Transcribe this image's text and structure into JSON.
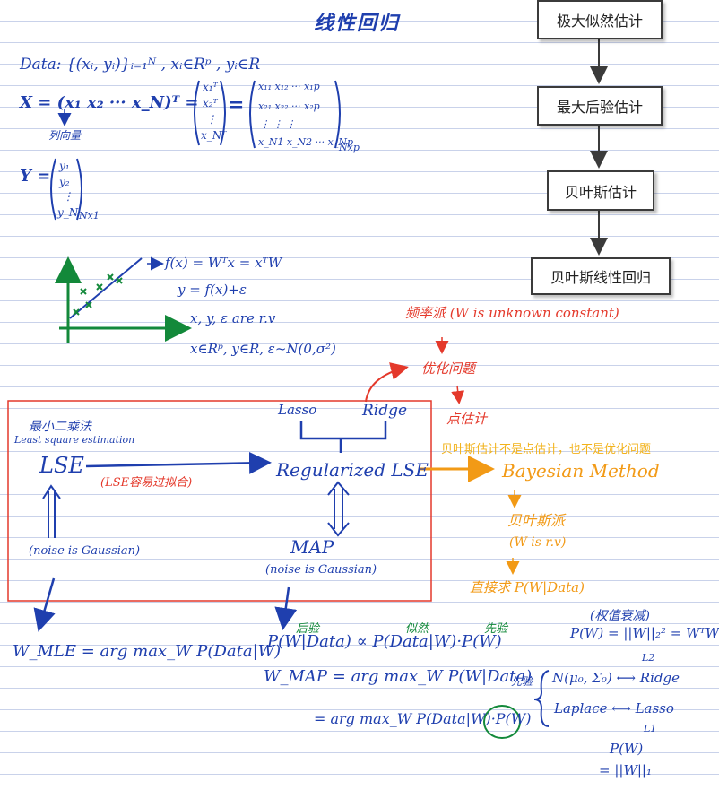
{
  "title": "线性回归",
  "flowchart": {
    "boxes": [
      "极大似然估计",
      "最大后验估计",
      "贝叶斯估计",
      "贝叶斯线性回归"
    ]
  },
  "setup": {
    "data_def": "Data: {(xᵢ, yᵢ)}ᵢ₌₁ᴺ , xᵢ∈Rᵖ , yᵢ∈R",
    "x_matrix": "X = (x₁ x₂ ··· x_N)ᵀ =",
    "x_col": [
      "x₁ᵀ",
      "x₂ᵀ",
      "⋮",
      "x_Nᵀ"
    ],
    "x_full": [
      "x₁₁ x₁₂ ··· x₁p",
      "x₂₁ x₂₂ ··· x₂p",
      "⋮   ⋮      ⋮",
      "x_N1 x_N2 ··· x_Np"
    ],
    "x_dim": "Nxp",
    "col_vec_note": "列向量",
    "y_label": "Y =",
    "y_col": [
      "y₁",
      "y₂",
      "⋮",
      "y_N"
    ],
    "y_dim": "Nx1"
  },
  "model": {
    "fx": "f(x) = Wᵀx = xᵀW",
    "y_eq": "y = f(x)+ε",
    "rv": "x, y, ε are r.v",
    "dist": "x∈Rᵖ, y∈R, ε~N(0,σ²)"
  },
  "frequentist": {
    "header": "频率派 (W is unknown constant)",
    "opt": "优化问题",
    "point": "点估计"
  },
  "diagram": {
    "lse_cn": "最小二乘法",
    "lse_en": "Least square estimation",
    "lse": "LSE",
    "overfit": "(LSE容易过拟合)",
    "lasso": "Lasso",
    "ridge": "Ridge",
    "reg_lse": "Regularized LSE",
    "map": "MAP",
    "noise_map": "(noise is Gaussian)",
    "noise_lse": "(noise is Gaussian)"
  },
  "bayes": {
    "note": "贝叶斯估计不是点估计，也不是优化问题",
    "method": "Bayesian Method",
    "school": "贝叶斯派",
    "wrv": "(W is r.v)",
    "direct": "直接求 P(W|Data)"
  },
  "formulas": {
    "wmle": "W_MLE = arg max_W P(Data|W)",
    "posterior_label": "后验",
    "likelihood_label": "似然",
    "prior_label": "先验",
    "bayes_rule": "P(W|Data) ∝ P(Data|W)·P(W)",
    "wmap": "W_MAP = arg max_W P(W|Data)",
    "wmap2": "= arg max_W P(Data|W)·P(W)",
    "weight_decay": "(权值衰减)",
    "pw_l2": "P(W) = ||W||₂² = WᵀW",
    "l2": "L2",
    "prior_tag": "先验",
    "gauss_ridge": "N(μ₀, Σ₀) ⟷ Ridge",
    "laplace_lasso": "Laplace ⟷ Lasso",
    "l1": "L1",
    "pw_l1_a": "P(W)",
    "pw_l1_b": "= ||W||₁"
  }
}
